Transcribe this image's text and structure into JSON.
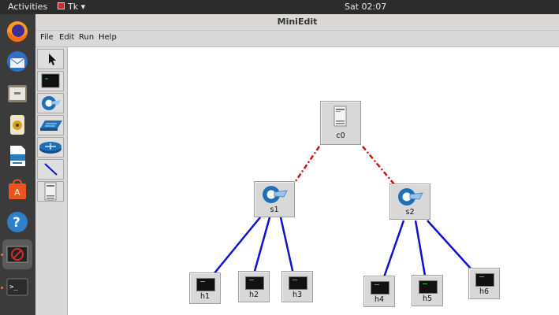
{
  "topbar": {
    "activities": "Activities",
    "app_menu": "Tk ▾",
    "clock": "Sat 02:07"
  },
  "window": {
    "title": "MiniEdit"
  },
  "menu": {
    "file": "File",
    "edit": "Edit",
    "run": "Run",
    "help": "Help"
  },
  "dock": [
    {
      "name": "firefox-icon"
    },
    {
      "name": "thunderbird-icon"
    },
    {
      "name": "files-icon"
    },
    {
      "name": "rhythmbox-icon"
    },
    {
      "name": "writer-icon"
    },
    {
      "name": "software-center-icon"
    },
    {
      "name": "help-icon"
    },
    {
      "name": "stop-icon",
      "active": true
    },
    {
      "name": "terminal-icon"
    }
  ],
  "palette_tools": [
    "select-tool",
    "host-tool",
    "switch-tool",
    "legacy-switch-tool",
    "router-tool",
    "link-tool",
    "controller-tool"
  ],
  "nodes": {
    "c0": "c0",
    "s1": "s1",
    "s2": "s2",
    "h1": "h1",
    "h2": "h2",
    "h3": "h3",
    "h4": "h4",
    "h5": "h5",
    "h6": "h6"
  },
  "colors": {
    "controller_link": "#cc1111",
    "data_link": "#1111cc"
  }
}
